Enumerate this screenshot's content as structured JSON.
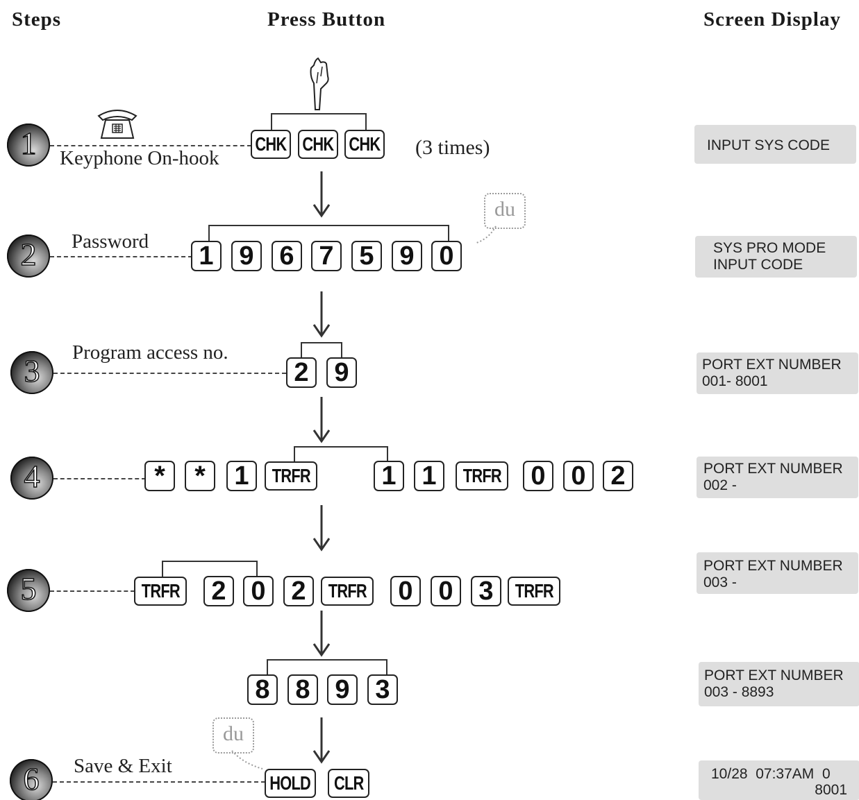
{
  "headers": {
    "steps": "Steps",
    "press_button": "Press Button",
    "screen_display": "Screen Display"
  },
  "steps": [
    {
      "num": "1",
      "label": "Keyphone On-hook",
      "keys": [
        "CHK",
        "CHK",
        "CHK"
      ],
      "note": "(3 times)",
      "screen": [
        "INPUT SYS CODE"
      ]
    },
    {
      "num": "2",
      "label": "Password",
      "keys": [
        "1",
        "9",
        "6",
        "7",
        "5",
        "9",
        "0"
      ],
      "bubble": "du",
      "screen": [
        "SYS PRO MODE",
        "INPUT CODE"
      ]
    },
    {
      "num": "3",
      "label": "Program access no.",
      "keys": [
        "2",
        "9"
      ],
      "screen": [
        "PORT EXT NUMBER",
        "001- 8001"
      ]
    },
    {
      "num": "4",
      "label": "",
      "keys_a": [
        "*",
        "*",
        "1",
        "TRFR"
      ],
      "keys_b": [
        "1",
        "1",
        "TRFR",
        "0",
        "0",
        "2"
      ],
      "screen": [
        "PORT EXT NUMBER",
        "002 -"
      ]
    },
    {
      "num": "5",
      "label": "",
      "keys": [
        "TRFR",
        "2",
        "0",
        "2",
        "TRFR",
        "0",
        "0",
        "3",
        "TRFR"
      ],
      "screen": [
        "PORT EXT NUMBER",
        "003 -"
      ]
    },
    {
      "num": "",
      "label": "",
      "keys": [
        "8",
        "8",
        "9",
        "3"
      ],
      "screen": [
        "PORT EXT NUMBER",
        "003 - 8893"
      ]
    },
    {
      "num": "6",
      "label": "Save & Exit",
      "keys": [
        "HOLD",
        "CLR"
      ],
      "bubble": "du",
      "screen": [
        "10/28  07:37AM  0",
        "8001"
      ]
    }
  ],
  "icons": {
    "phone": "telephone-icon",
    "hand": "pointing-hand-icon",
    "arrow": "down-arrow-icon"
  }
}
